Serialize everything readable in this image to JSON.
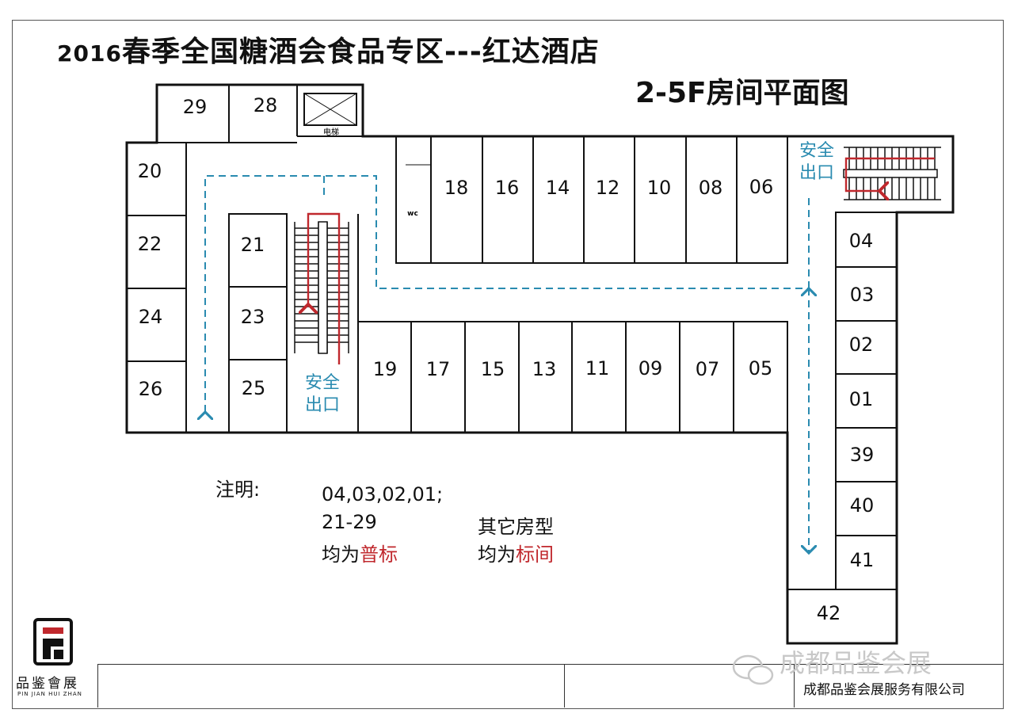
{
  "title": {
    "year": "2016",
    "line1": "春季全国糖酒会食品专区---红达酒店",
    "line2": "2-5F房间平面图"
  },
  "plan": {
    "elevator_label": "电梯",
    "wc_label": "wc",
    "exit_label_line1": "安全",
    "exit_label_line2": "出口",
    "rooms": [
      "29",
      "28",
      "20",
      "22",
      "24",
      "26",
      "21",
      "23",
      "25",
      "18",
      "16",
      "14",
      "12",
      "10",
      "08",
      "06",
      "19",
      "17",
      "15",
      "13",
      "11",
      "09",
      "07",
      "05",
      "04",
      "03",
      "02",
      "01",
      "39",
      "40",
      "41",
      "42"
    ]
  },
  "notes": {
    "label": "注明:",
    "rooms_list": "04,03,02,01;",
    "range": "21-29",
    "equal_prefix_left": "均为",
    "type_left": "普标",
    "other_types": "其它房型",
    "equal_prefix_right": "均为",
    "type_right": "标间"
  },
  "logo": {
    "chinese": "品鉴會展",
    "pinyin": "PIN JIAN HUI ZHAN"
  },
  "footer": {
    "company": "成都品鉴会展服务有限公司"
  },
  "watermark": "成都品鉴会展",
  "colors": {
    "route": "#2a8bb0",
    "stairs_red": "#c0282d",
    "walls": "#111111"
  }
}
